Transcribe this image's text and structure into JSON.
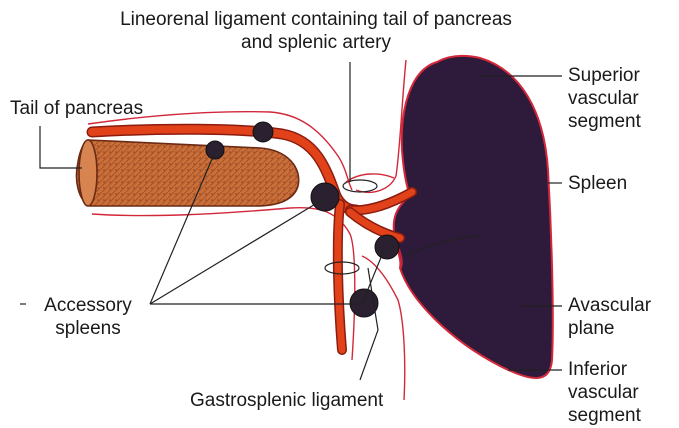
{
  "labels": {
    "lineorenal_line1": "Lineorenal ligament containing tail of pancreas",
    "lineorenal_line2": "and splenic artery",
    "tail_of_pancreas": "Tail of pancreas",
    "superior_line1": "Superior",
    "superior_line2": "vascular",
    "superior_line3": "segment",
    "spleen": "Spleen",
    "accessory_line1": "Accessory",
    "accessory_line2": "spleens",
    "avascular_line1": "Avascular",
    "avascular_line2": "plane",
    "inferior_line1": "Inferior",
    "inferior_line2": "vascular",
    "inferior_line3": "segment",
    "gastrosplenic": "Gastrosplenic ligament"
  },
  "colors": {
    "spleen_fill": "#2e1a3a",
    "spleen_outline": "#d2283a",
    "artery": "#e2421a",
    "artery_edge": "#8a1c10",
    "pancreas_fill": "#c9703a",
    "peritoneum_line": "#d2283a",
    "accessory_spleen": "#2a2030",
    "leader_line": "#222222"
  }
}
